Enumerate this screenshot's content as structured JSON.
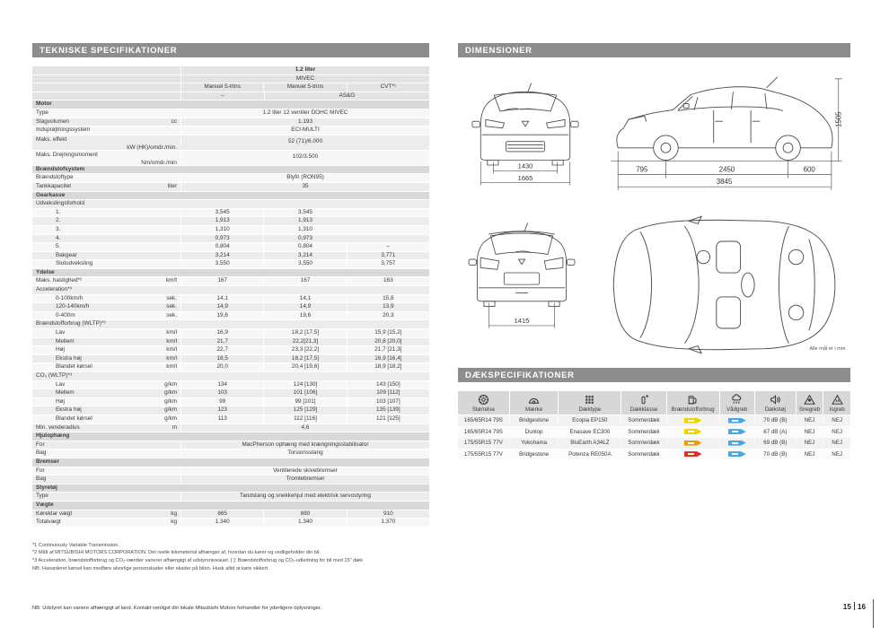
{
  "page": {
    "footer_note": "NB: Udstyret kan variere afhængigt af land. Kontakt venligst din lokale Mitsubishi Motors forhandler for yderligere oplysninger.",
    "page_left": "15",
    "page_right": "16"
  },
  "tech_specs": {
    "title": "TEKNISKE SPECIFIKATIONER",
    "rows": [
      {
        "h": "1.2 liter",
        "bold": true
      },
      {
        "h": "MIVEC"
      },
      {
        "head": true,
        "v": [
          "Manuel 5-trins",
          "Manuel 5-trins",
          "CVT*¹"
        ]
      },
      {
        "h4": [
          "–",
          "AS&G"
        ],
        "head": true
      },
      {
        "s": "Motor"
      },
      {
        "l": "Type",
        "span": "1.2 liter 12 ventiler DOHC MIVEC"
      },
      {
        "l": "Slagvolumen",
        "u": "cc",
        "span": "1.193"
      },
      {
        "l": "Indsprøjtningssystem",
        "span": "ECI-MULTI"
      },
      {
        "l": "Maks. effekt",
        "u": "kW (HK)/omdr./min.",
        "span": "52 (71)/6.000",
        "tall": true
      },
      {
        "l": "Maks. Drejningsmoment",
        "u": "Nm/omdr./min",
        "span": "102/3.500",
        "tall": true
      },
      {
        "s": "Brændstofsystem"
      },
      {
        "l": "Brændstoftype",
        "span": "Blyfri (RON95)"
      },
      {
        "l": "Tankkapacitet",
        "u": "liter",
        "span": "35"
      },
      {
        "s": "Gearkasse"
      },
      {
        "l": "Udvekslingsforhold"
      },
      {
        "l": "1.",
        "i": 1,
        "v": [
          "3,545",
          "3,545",
          ""
        ]
      },
      {
        "l": "2.",
        "i": 1,
        "v": [
          "1,913",
          "1,913",
          ""
        ]
      },
      {
        "l": "3.",
        "i": 1,
        "v": [
          "1,310",
          "1,310",
          ""
        ]
      },
      {
        "l": "4.",
        "i": 1,
        "v": [
          "0,973",
          "0,973",
          ""
        ]
      },
      {
        "l": "5.",
        "i": 1,
        "v": [
          "0,804",
          "0,804",
          "–"
        ]
      },
      {
        "l": "Bakgear",
        "i": 1,
        "v": [
          "3,214",
          "3,214",
          "3,771"
        ]
      },
      {
        "l": "Slutudveksling",
        "i": 1,
        "v": [
          "3,550",
          "3,550",
          "3,757"
        ]
      },
      {
        "s": "Ydelse"
      },
      {
        "l": "Maks. hastighed*²",
        "u": "km/t",
        "v": [
          "167",
          "167",
          "163"
        ]
      },
      {
        "l": "Acceleration*³"
      },
      {
        "l": "0-100km/h",
        "i": 1,
        "u": "sek.",
        "v": [
          "14,1",
          "14,1",
          "15,8"
        ]
      },
      {
        "l": "120-140km/h",
        "i": 1,
        "u": "sek.",
        "v": [
          "14,9",
          "14,9",
          "13,9"
        ]
      },
      {
        "l": "0-400m",
        "i": 1,
        "u": "sek.",
        "v": [
          "19,6",
          "19,6",
          "20,3"
        ]
      },
      {
        "l": "Brændstofforbrug (WLTP)*³"
      },
      {
        "l": "Lav",
        "i": 1,
        "u": "km/l",
        "v": [
          "16,9",
          "18,2 [17,5]",
          "15,9 [15,2]"
        ]
      },
      {
        "l": "Mellem",
        "i": 1,
        "u": "km/l",
        "v": [
          "21,7",
          "22,2[21,3]",
          "20,8 [20,0]"
        ]
      },
      {
        "l": "Høj",
        "i": 1,
        "u": "km/l",
        "v": [
          "22,7",
          "23,3 [22,2]",
          "21,7 [21,3]"
        ]
      },
      {
        "l": "Ekstra høj",
        "i": 1,
        "u": "km/l",
        "v": [
          "18,5",
          "18,2 [17,5]",
          "16,9 [16,4]"
        ]
      },
      {
        "l": "Blandet kørsel",
        "i": 1,
        "u": "km/l",
        "v": [
          "20,0",
          "20,4 [19,6]",
          "18,9 [18,2]"
        ]
      },
      {
        "l": "CO₂ (WLTP)*³"
      },
      {
        "l": "Lav",
        "i": 1,
        "u": "g/km",
        "v": [
          "134",
          "124 [130]",
          "143 [150]"
        ]
      },
      {
        "l": "Mellem",
        "i": 1,
        "u": "g/km",
        "v": [
          "103",
          "101 [106]",
          "109 [112]"
        ]
      },
      {
        "l": "Høj",
        "i": 1,
        "u": "g/km",
        "v": [
          "99",
          "99 [101]",
          "103 [107]"
        ]
      },
      {
        "l": "Ekstra høj",
        "i": 1,
        "u": "g/km",
        "v": [
          "123",
          "125 [129]",
          "135 [139]"
        ]
      },
      {
        "l": "Blandet kørsel",
        "i": 1,
        "u": "g/km",
        "v": [
          "113",
          "112 [116]",
          "121 [125]"
        ]
      },
      {
        "l": "Min. venderadius",
        "u": "m",
        "span": "4,6"
      },
      {
        "s": "Hjulophæng"
      },
      {
        "l": "For",
        "span": "MacPherson ophæng med krængningsstabilisator"
      },
      {
        "l": "Bag",
        "span": "Torsionsstang"
      },
      {
        "s": "Bremser"
      },
      {
        "l": "For",
        "span": "Ventilerede skivebremser"
      },
      {
        "l": "Bag",
        "span": "Tromlebremser"
      },
      {
        "s": "Styretøj"
      },
      {
        "l": "Type",
        "span": "Tandstang og snekkehjul med elektrisk servostyring"
      },
      {
        "s": "Vægte"
      },
      {
        "l": "Køreklar vægt",
        "u": "kg",
        "v": [
          "865",
          "880",
          "910"
        ]
      },
      {
        "l": "Totalvægt",
        "u": "kg",
        "v": [
          "1.340",
          "1.340",
          "1.370"
        ]
      }
    ],
    "footnotes": [
      "*1 Continuously Variable Transmission.",
      "*2 Målt af MITSUBISHI MOTORS CORPORATION. Det reelle kilometertal afhænger af, hvordan du kører og vedligeholder din bil.",
      "*3 Acceleration, brændstofforbrug og CO₂-værdier varierer afhængigt af udstyrsniveauet. [ ]: Brændstofforbrug og CO₂-udledning for bil med 15\" dæk",
      "NB: Hasarderet kørsel kan medføre alvorlige personskader eller skader på bilen. Husk altid at køre sikkert."
    ]
  },
  "dimensions": {
    "title": "DIMENSIONER",
    "front": {
      "track": "1430",
      "width": "1665"
    },
    "side": {
      "front_overhang": "795",
      "wheelbase": "2450",
      "rear_overhang": "600",
      "length": "3845",
      "height": "1505"
    },
    "rear": {
      "track": "1415"
    },
    "note": "Alle mål er i mm."
  },
  "tyre_specs": {
    "title": "DÆKSPECIFIKATIONER",
    "columns": [
      "Størrelse",
      "Mærke",
      "Dæktype",
      "Dækklasse",
      "Brændstofforbrug",
      "Vådgreb",
      "Dækstøj",
      "Snegreb",
      "Isgreb"
    ],
    "rows": [
      {
        "size": "165/65R14 79S",
        "brand": "Bridgestone",
        "type": "Ecopia EP150",
        "klass": "Sommerdæk",
        "fuel": "#f0d400",
        "wet": "#4aa8e0",
        "noise": "70 dB (B)",
        "snow": "NEJ",
        "ice": "NEJ"
      },
      {
        "size": "165/65R14 79S",
        "brand": "Dunlop",
        "type": "Enasave EC300",
        "klass": "Sommerdæk",
        "fuel": "#f0d400",
        "wet": "#4aa8e0",
        "noise": "67 dB (A)",
        "snow": "NEJ",
        "ice": "NEJ"
      },
      {
        "size": "175/55R15 77V",
        "brand": "Yokohama",
        "type": "BluEarth A34LZ",
        "klass": "Sommerdæk",
        "fuel": "#f09c00",
        "wet": "#4aa8e0",
        "noise": "69 dB (B)",
        "snow": "NEJ",
        "ice": "NEJ"
      },
      {
        "size": "175/55R15 77V",
        "brand": "Bridgestone",
        "type": "Potenza RE050A",
        "klass": "Sommerdæk",
        "fuel": "#df2f20",
        "wet": "#4aa8e0",
        "noise": "70 dB (B)",
        "snow": "NEJ",
        "ice": "NEJ"
      }
    ]
  }
}
